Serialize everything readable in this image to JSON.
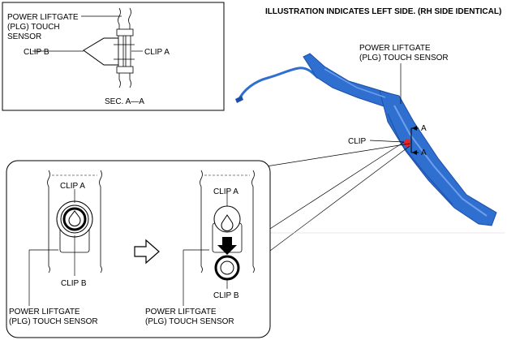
{
  "header": "ILLUSTRATION INDICATES LEFT SIDE. (RH SIDE IDENTICAL)",
  "colors": {
    "part_fill": "#2f6fd0",
    "part_dark": "#1d4fa8",
    "part_light": "#6fa0ea",
    "clip_marker": "#e8232a"
  },
  "section_view": {
    "sensor_label_line1": "POWER LIFTGATE",
    "sensor_label_line2": "(PLG) TOUCH",
    "sensor_label_line3": "SENSOR",
    "clip_b": "CLIP B",
    "clip_a": "CLIP A",
    "section_label": "SEC. A—A"
  },
  "main_view": {
    "sensor_label_line1": "POWER LIFTGATE",
    "sensor_label_line2": "(PLG) TOUCH SENSOR",
    "clip": "CLIP",
    "section_mark_top": "A",
    "section_mark_bottom": "A"
  },
  "detail_view": {
    "before": {
      "clip_a": "CLIP A",
      "clip_b": "CLIP B",
      "sensor_label_line1": "POWER LIFTGATE",
      "sensor_label_line2": "(PLG) TOUCH SENSOR"
    },
    "after": {
      "clip_a": "CLIP A",
      "clip_b": "CLIP B",
      "sensor_label_line1": "POWER LIFTGATE",
      "sensor_label_line2": "(PLG) TOUCH SENSOR"
    },
    "arrow_icon": "right-arrow-icon"
  }
}
